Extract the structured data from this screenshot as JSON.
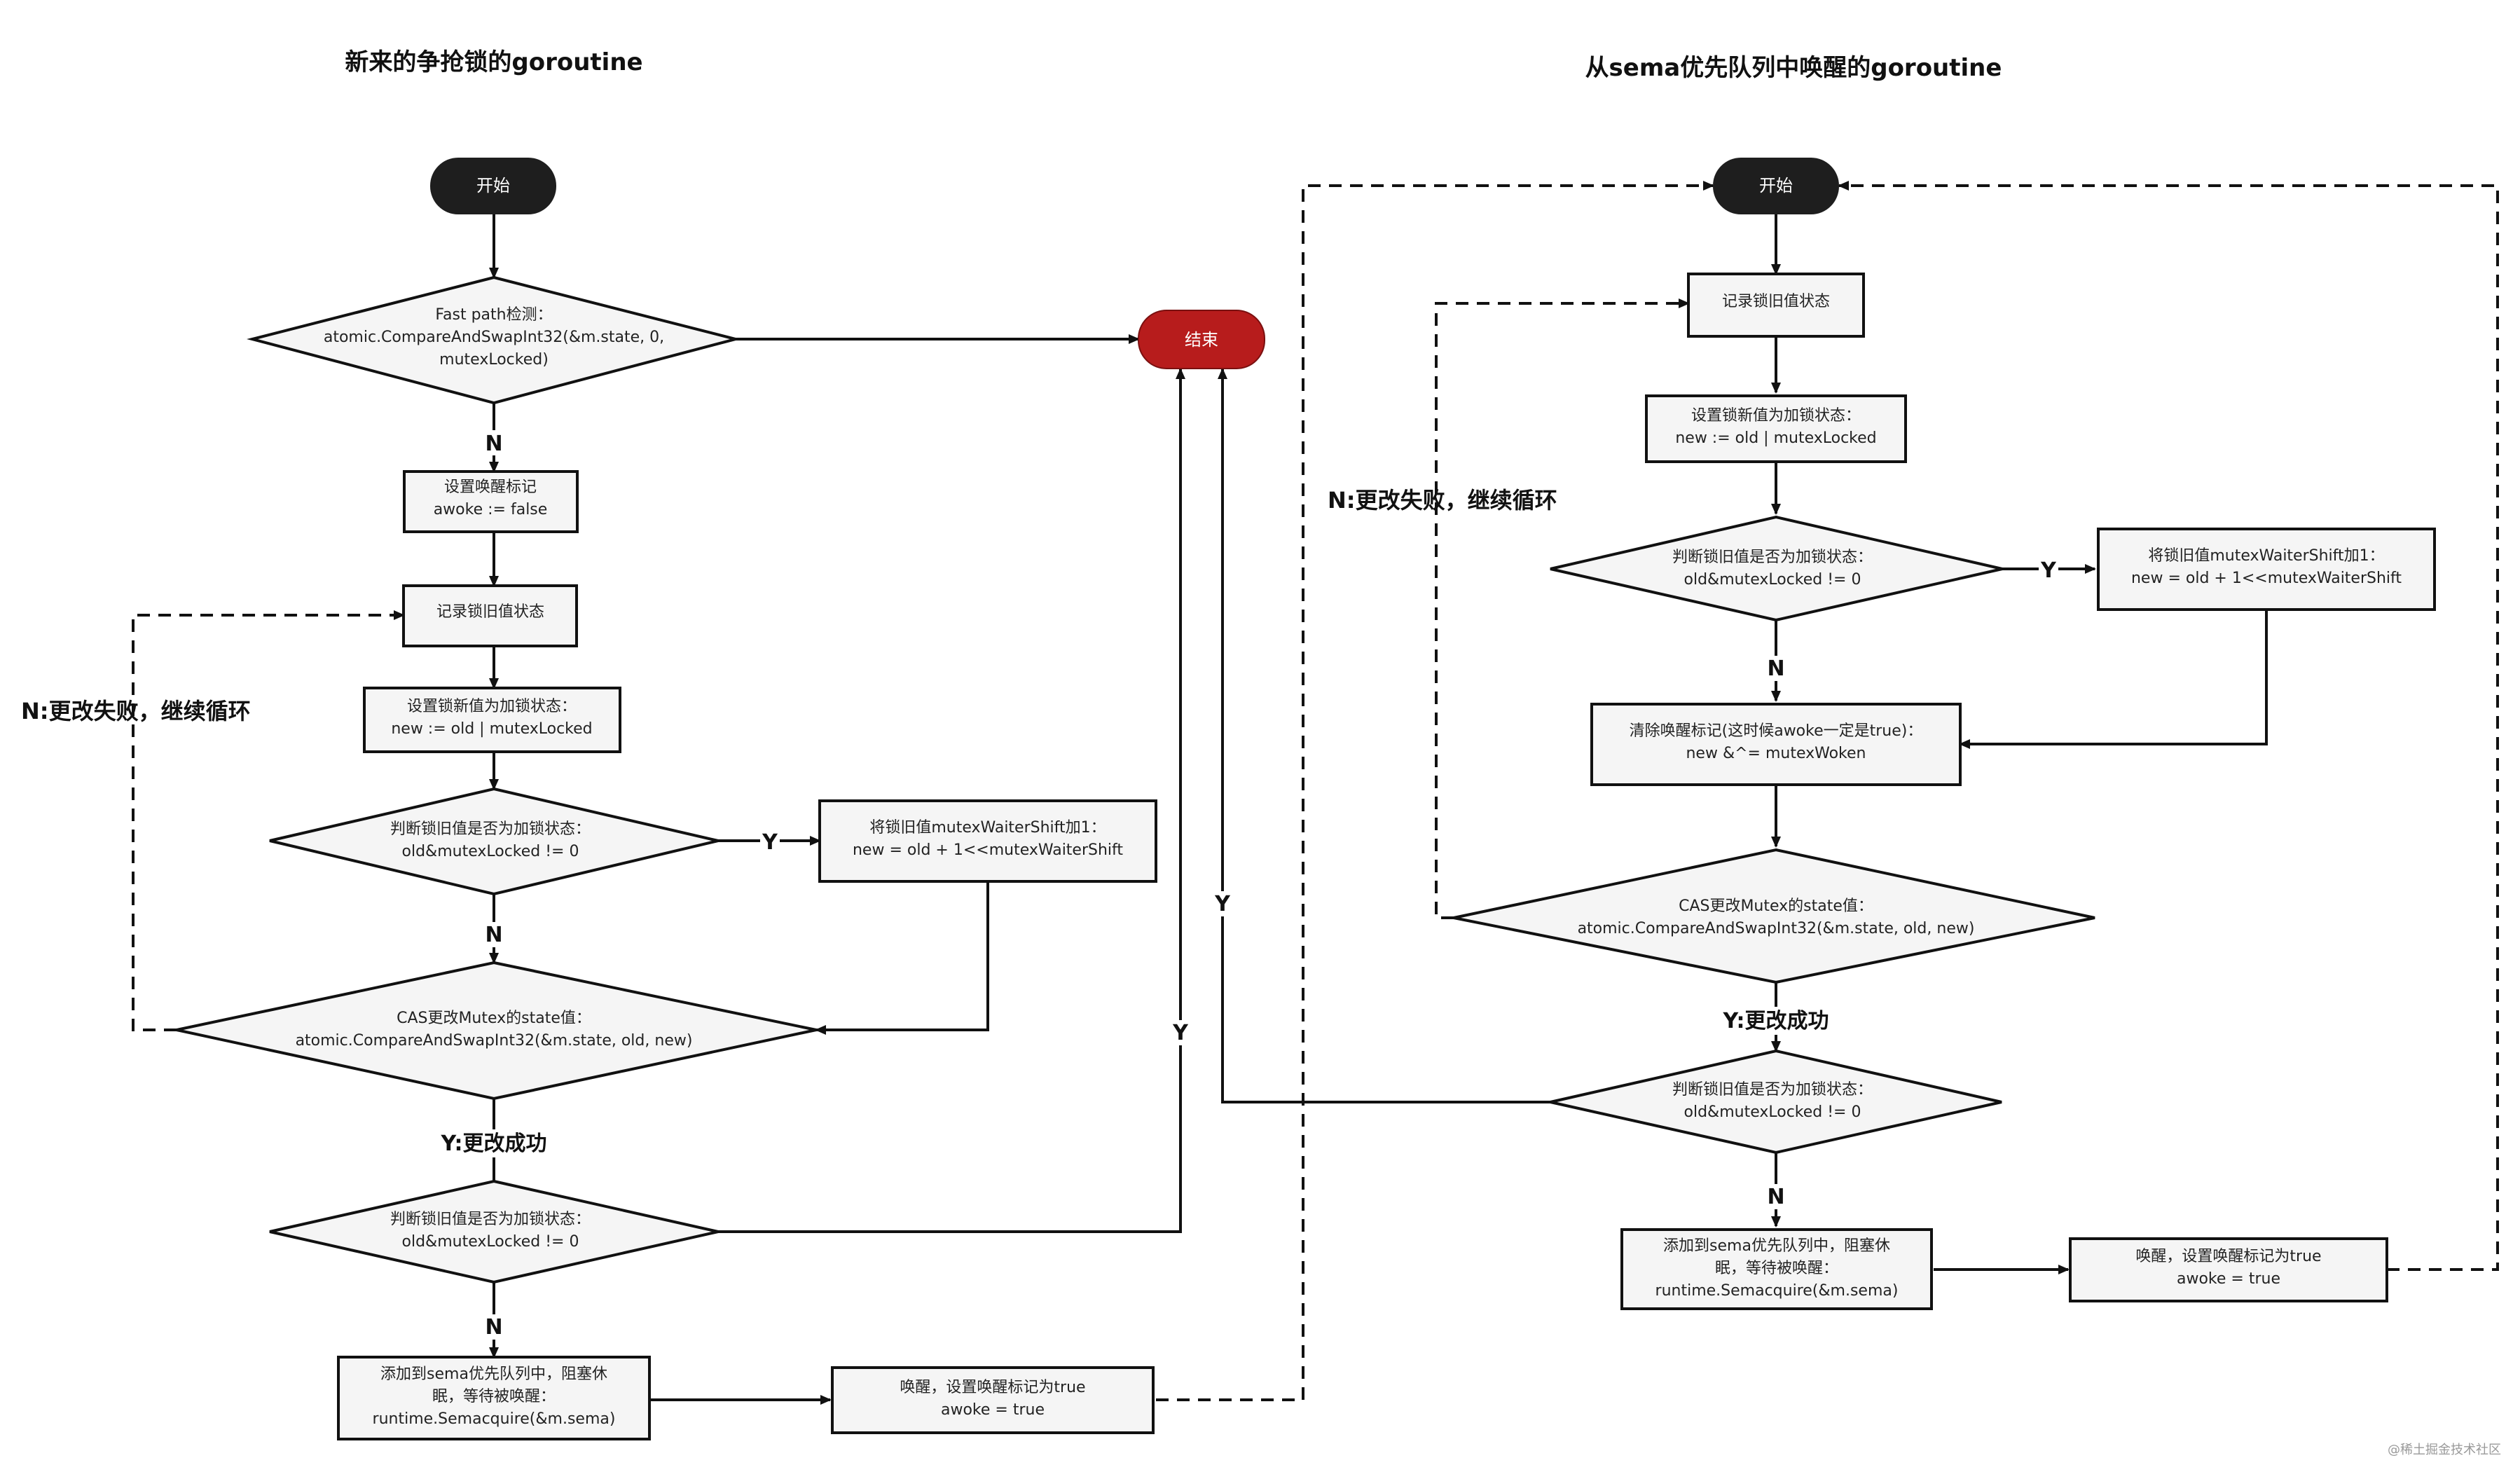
{
  "titles": {
    "left": "新来的争抢锁的goroutine",
    "right": "从sema优先队列中唤醒的goroutine"
  },
  "terminals": {
    "left_start": "开始",
    "right_start": "开始",
    "end": "结束"
  },
  "left": {
    "fastpath": [
      "Fast path检测：",
      "atomic.CompareAndSwapInt32(&m.state, 0,",
      "mutexLocked)"
    ],
    "set_awoke": [
      "设置唤醒标记",
      "awoke := false"
    ],
    "record_old": [
      "记录锁旧值状态"
    ],
    "set_new": [
      "设置锁新值为加锁状态：",
      "new := old | mutexLocked"
    ],
    "check_locked": [
      "判断锁旧值是否为加锁状态：",
      "old&mutexLocked != 0"
    ],
    "add_waiter": [
      "将锁旧值mutexWaiterShift加1：",
      "new = old + 1<<mutexWaiterShift"
    ],
    "cas": [
      "CAS更改Mutex的state值：",
      "atomic.CompareAndSwapInt32(&m.state, old, new)"
    ],
    "check_locked2": [
      "判断锁旧值是否为加锁状态：",
      "old&mutexLocked != 0"
    ],
    "enqueue": [
      "添加到sema优先队列中，阻塞休",
      "眠，等待被唤醒：",
      "runtime.Semacquire(&m.sema)"
    ],
    "wakeup": [
      "唤醒，设置唤醒标记为true",
      "awoke = true"
    ]
  },
  "right": {
    "record_old": [
      "记录锁旧值状态"
    ],
    "set_new": [
      "设置锁新值为加锁状态：",
      "new := old | mutexLocked"
    ],
    "check_locked": [
      "判断锁旧值是否为加锁状态：",
      "old&mutexLocked != 0"
    ],
    "add_waiter": [
      "将锁旧值mutexWaiterShift加1：",
      "new = old + 1<<mutexWaiterShift"
    ],
    "clear_woken": [
      "清除唤醒标记(这时候awoke一定是true)：",
      "new &^= mutexWoken"
    ],
    "cas": [
      "CAS更改Mutex的state值：",
      "atomic.CompareAndSwapInt32(&m.state, old, new)"
    ],
    "check_locked2": [
      "判断锁旧值是否为加锁状态：",
      "old&mutexLocked != 0"
    ],
    "enqueue": [
      "添加到sema优先队列中，阻塞休",
      "眠，等待被唤醒：",
      "runtime.Semacquire(&m.sema)"
    ],
    "wakeup": [
      "唤醒，设置唤醒标记为true",
      "awoke = true"
    ]
  },
  "labels": {
    "n": "N",
    "y": "Y",
    "y_success": "Y:更改成功",
    "n_fail_loop": "N:更改失败，继续循环"
  },
  "watermark": "@稀土掘金技术社区",
  "colors": {
    "terminal_dark": "#1e1e1e",
    "terminal_end": "#b71c1c",
    "node_fill": "#f5f5f5",
    "stroke": "#111111"
  }
}
